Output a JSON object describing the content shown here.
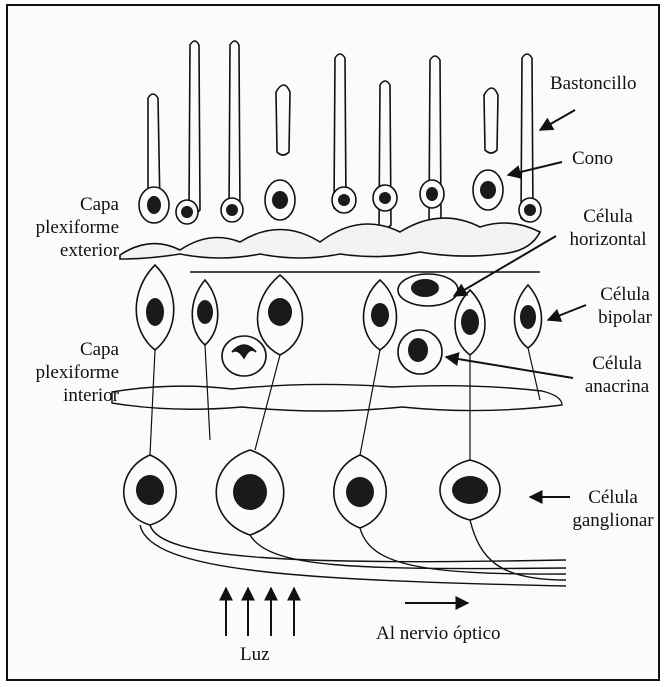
{
  "labels": {
    "bastoncillo": "Bastoncillo",
    "cono": "Cono",
    "capa_exterior_1": "Capa",
    "capa_exterior_2": "plexiforme",
    "capa_exterior_3": "exterior",
    "horizontal_1": "Célula",
    "horizontal_2": "horizontal",
    "bipolar_1": "Célula",
    "bipolar_2": "bipolar",
    "capa_interior_1": "Capa",
    "capa_interior_2": "plexiforme",
    "capa_interior_3": "interior",
    "anacrina_1": "Célula",
    "anacrina_2": "anacrina",
    "ganglionar_1": "Célula",
    "ganglionar_2": "ganglionar",
    "luz": "Luz",
    "nervio": "Al nervio óptico"
  },
  "colors": {
    "ink": "#111111",
    "background": "#fbfbfa",
    "nucleus": "#1a1a1a"
  }
}
